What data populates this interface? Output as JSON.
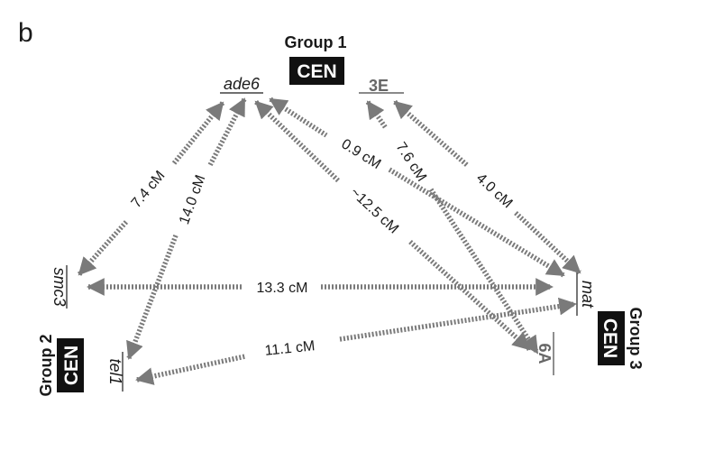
{
  "panel_label": "b",
  "groups": [
    {
      "title": "Group 1",
      "cen": "CEN"
    },
    {
      "title": "Group 2",
      "cen": "CEN"
    },
    {
      "title": "Group 3",
      "cen": "CEN"
    }
  ],
  "loci": {
    "ade6": "ade6",
    "l3E": "3E",
    "smc3": "smc3",
    "tel1": "tel1",
    "mat": "mat",
    "l6A": "6A"
  },
  "distances": {
    "ade6_smc3": "7.4 cM",
    "ade6_tel1": "14.0 cM",
    "ade6_mat": "0.9 cM",
    "ade6_6A": "~12.5 cM",
    "l3E_6A": "7.6 cM",
    "l3E_mat": "4.0 cM",
    "smc3_mat": "13.3 cM",
    "tel1_mat": "11.1 cM"
  },
  "colors": {
    "arrow": "#7a7a7a",
    "cen_bg": "#111111",
    "cen_text": "#ffffff",
    "text": "#1a1a1a",
    "gray_locus": "#666666"
  }
}
